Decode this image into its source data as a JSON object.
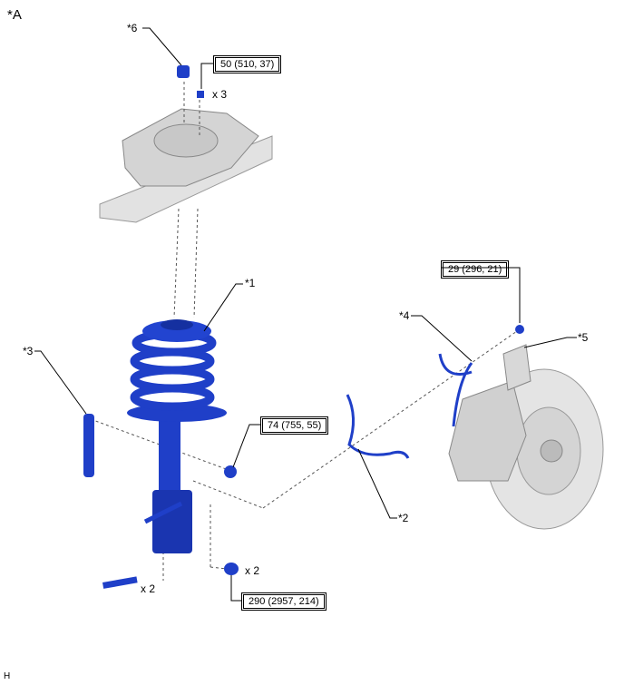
{
  "figure_label": "*A",
  "footer_mark": "H",
  "callouts": {
    "c1": "*1",
    "c2": "*2",
    "c3": "*3",
    "c4": "*4",
    "c5": "*5",
    "c6": "*6"
  },
  "torques": {
    "upper_nut": "50 (510, 37)",
    "sensor_bolt": "29 (296, 21)",
    "stabilizer_nut": "74 (755, 55)",
    "knuckle_nut": "290 (2957, 214)"
  },
  "quantities": {
    "upper_nut": "x 3",
    "knuckle_bolt": "x 2",
    "knuckle_nut": "x 2"
  },
  "colors": {
    "part_blue": "#1f3fc8",
    "body_grey": "#d8d8d8",
    "line": "#000000"
  }
}
